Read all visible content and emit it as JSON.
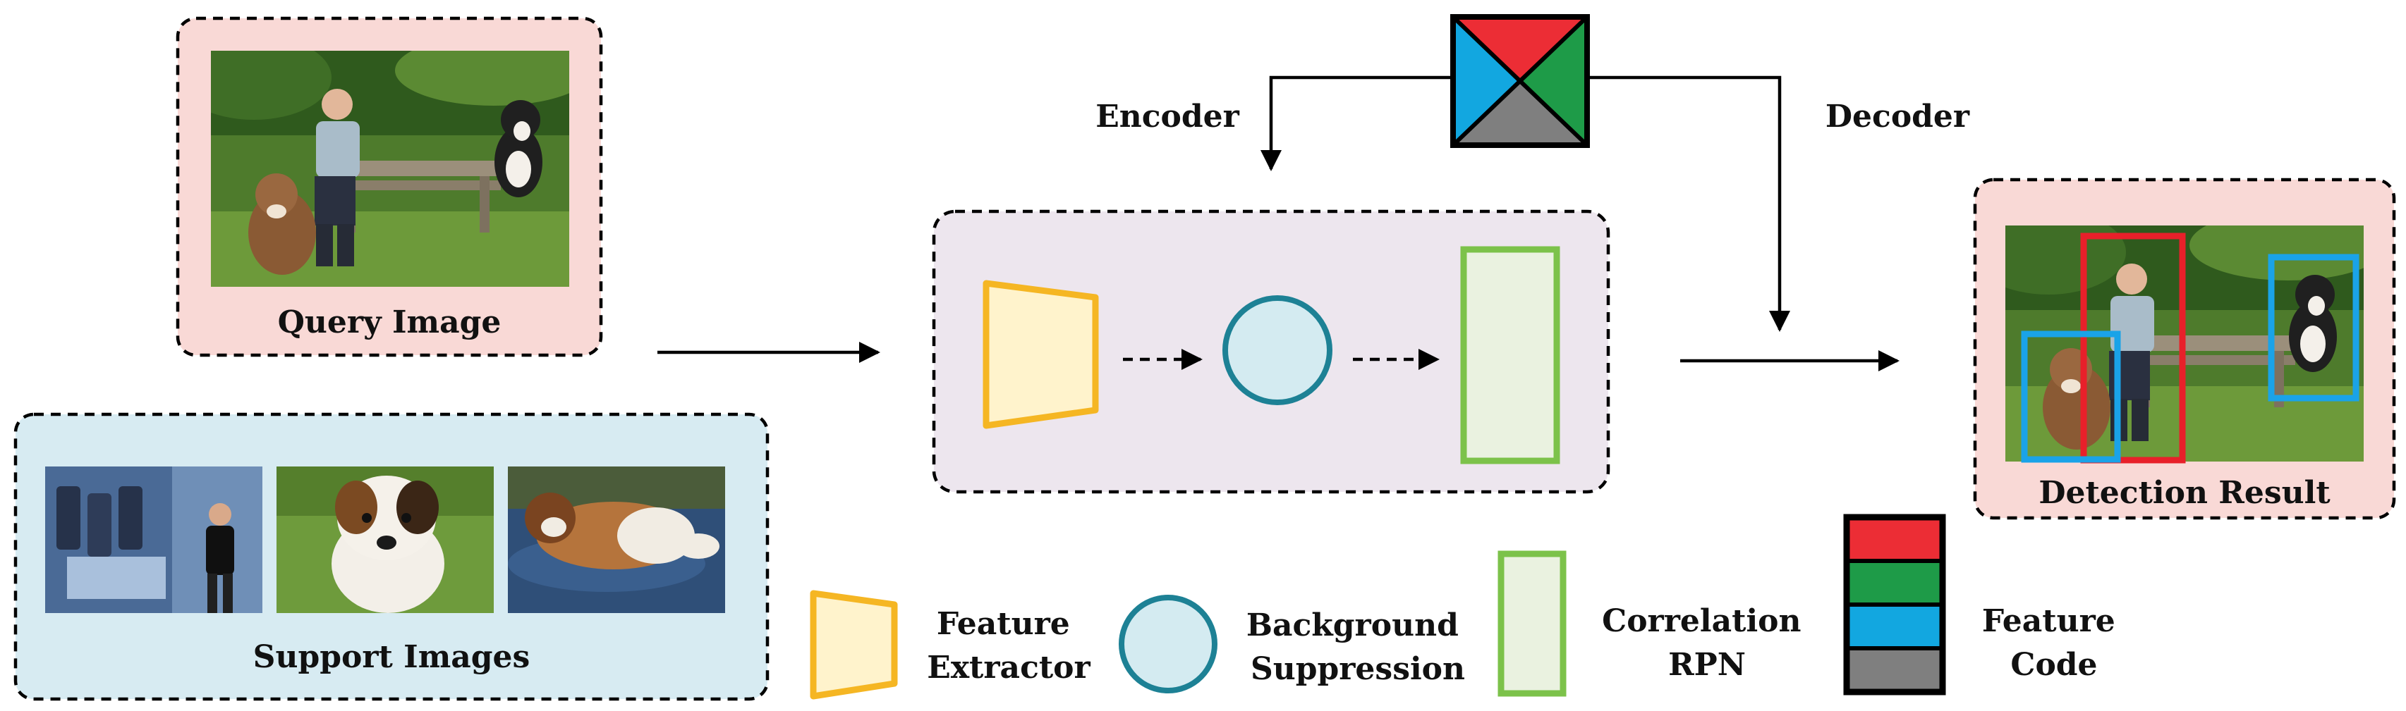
{
  "labels": {
    "query_image": "Query Image",
    "support_images": "Support Images",
    "detection_result": "Detection Result",
    "encoder": "Encoder",
    "decoder": "Decoder"
  },
  "legend": {
    "feature_extractor": [
      "Feature",
      "Extractor"
    ],
    "background_suppression": [
      "Background",
      "Suppression"
    ],
    "correlation_rpn": [
      "Correlation",
      "RPN"
    ],
    "feature_code": [
      "Feature",
      "Code"
    ]
  },
  "colors": {
    "query_panel": "#f9d9d6",
    "support_panel": "#d7ebf2",
    "pipeline_panel": "#ede6ee",
    "result_panel": "#f9d9d6",
    "feature_extractor_stroke": "#f5b623",
    "feature_extractor_fill": "#fff3cc",
    "background_suppression_stroke": "#1d8195",
    "background_suppression_fill": "#d4ebf1",
    "correlation_rpn_stroke": "#7cc24a",
    "correlation_rpn_fill": "#eaf2e0",
    "code_red": "#ec2d35",
    "code_green": "#1e9b48",
    "code_blue": "#12a7e0",
    "code_gray": "#7f7f7f",
    "box_red": "#e8202a",
    "box_blue": "#1aa3e8"
  },
  "images": {
    "query": "photo-man-on-bench-with-two-dogs",
    "support": [
      "photo-man-presenting-phones",
      "photo-jack-russell-dog",
      "photo-cat-lying"
    ],
    "result": "photo-man-on-bench-with-two-dogs-detections"
  }
}
